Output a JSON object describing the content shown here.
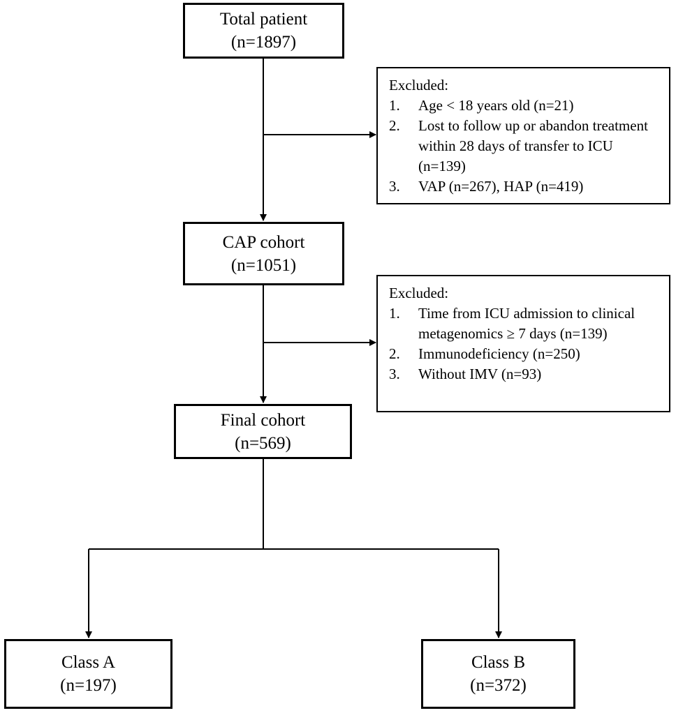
{
  "nodes": {
    "total": {
      "title": "Total patient",
      "count": "(n=1897)"
    },
    "cap": {
      "title": "CAP cohort",
      "count": "(n=1051)"
    },
    "final": {
      "title": "Final cohort",
      "count": "(n=569)"
    },
    "class_a": {
      "title": "Class A",
      "count": "(n=197)"
    },
    "class_b": {
      "title": "Class B",
      "count": "(n=372)"
    }
  },
  "exclusion_1": {
    "heading": "Excluded:",
    "items": [
      {
        "num": "1.",
        "text": "Age < 18 years old (n=21)"
      },
      {
        "num": "2.",
        "text": "Lost to follow up or abandon treatment within 28 days of transfer to ICU (n=139)"
      },
      {
        "num": "3.",
        "text": "VAP (n=267), HAP (n=419)"
      }
    ]
  },
  "exclusion_2": {
    "heading": "Excluded:",
    "items": [
      {
        "num": "1.",
        "text": "Time from ICU admission to clinical metagenomics ≥ 7 days (n=139)"
      },
      {
        "num": "2.",
        "text": "Immunodeficiency (n=250)"
      },
      {
        "num": "3.",
        "text": "Without IMV (n=93)"
      }
    ]
  }
}
